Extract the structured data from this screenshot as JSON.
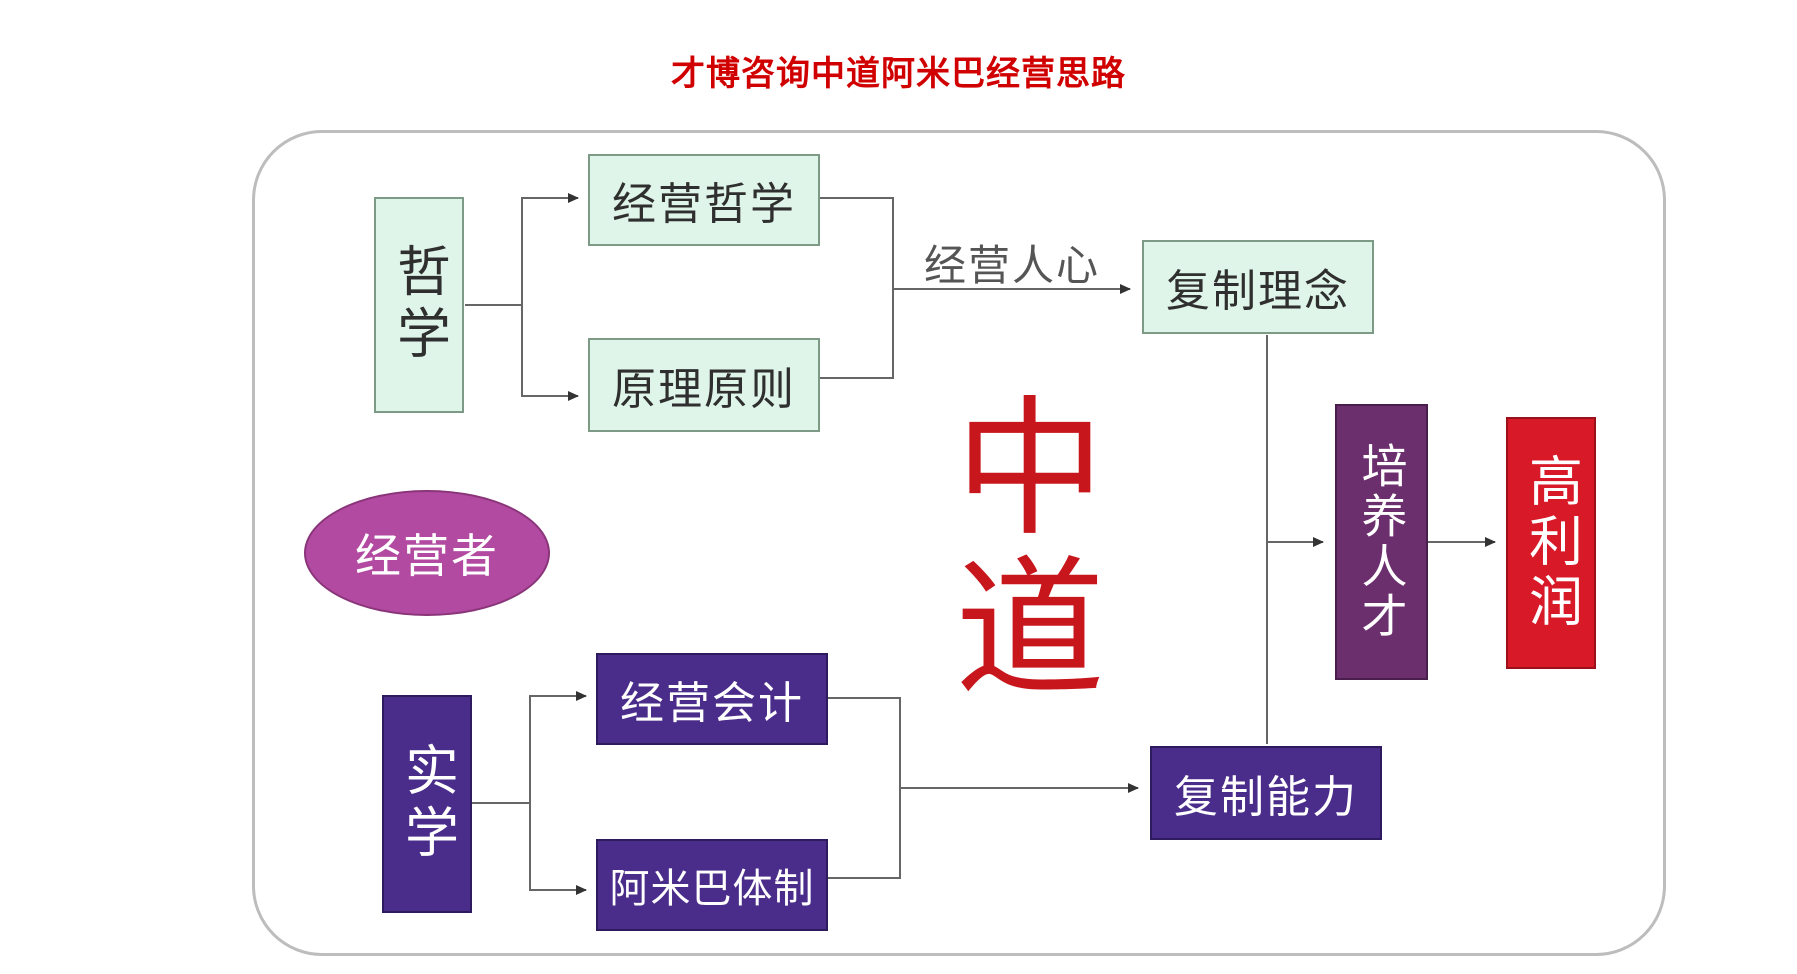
{
  "title": "才博咨询中道阿米巴经营思路",
  "diagram": {
    "philosophy": "哲学",
    "management_philosophy": "经营哲学",
    "principles": "原理原则",
    "edge_label": "经营人心",
    "copy_concept": "复制理念",
    "operator": "经营者",
    "center_text": "中道",
    "cultivate_talent": "培养人才",
    "high_profit": "高利润",
    "practice": "实学",
    "management_accounting": "经营会计",
    "amoeba_system": "阿米巴体制",
    "copy_capability": "复制能力"
  },
  "colors": {
    "title": "#d10000",
    "mint_box": "#dff5e9",
    "purple_box": "#4a2c8a",
    "plum_box": "#6b2f6e",
    "red_box": "#d81a28",
    "oval": "#b14aa0",
    "center_text": "#c8161d"
  }
}
